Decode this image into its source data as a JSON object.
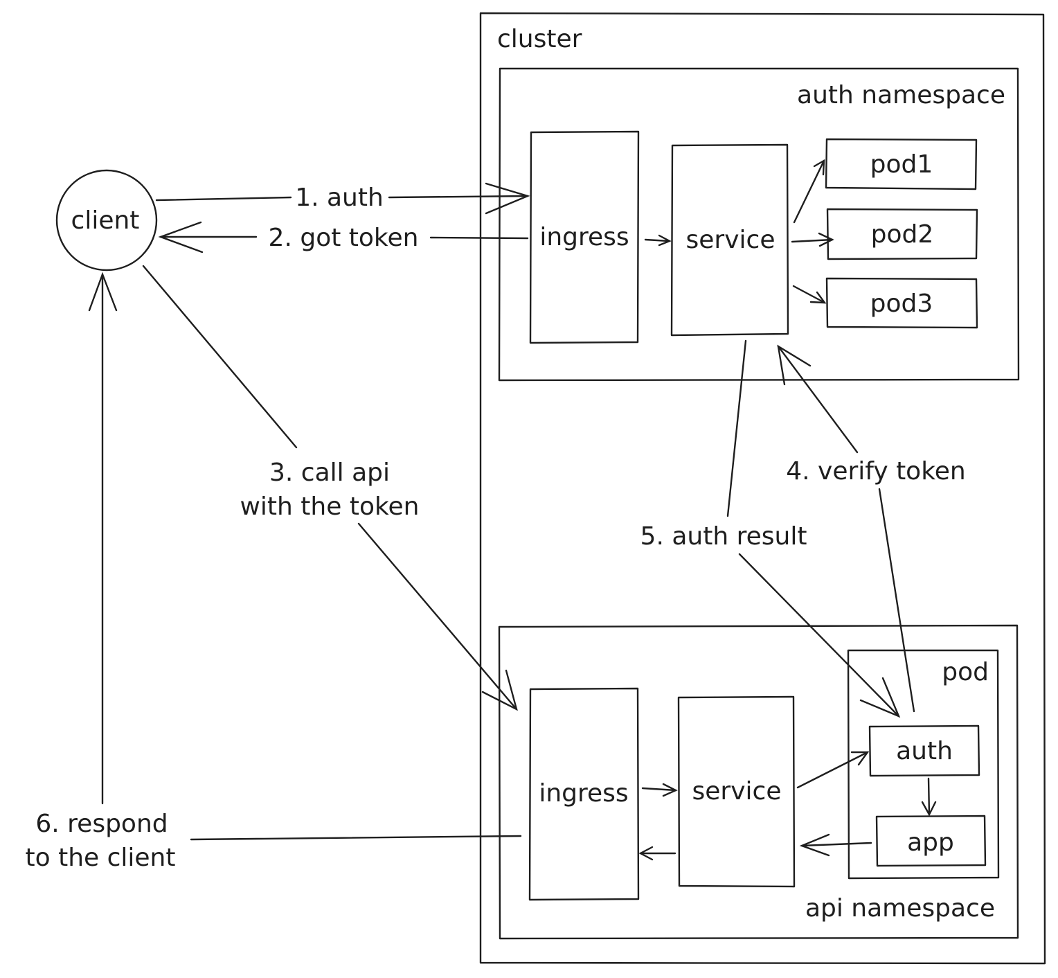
{
  "containers": {
    "cluster": "cluster",
    "auth_namespace": "auth namespace",
    "api_namespace": "api namespace",
    "pod": "pod"
  },
  "nodes": {
    "client": "client",
    "auth_ingress": "ingress",
    "auth_service": "service",
    "pod1": "pod1",
    "pod2": "pod2",
    "pod3": "pod3",
    "api_ingress": "ingress",
    "api_service": "service",
    "pod_auth": "auth",
    "pod_app": "app"
  },
  "edges": {
    "step1": "1. auth",
    "step2": "2. got token",
    "step3_line1": "3. call api",
    "step3_line2": "with the token",
    "step4": "4. verify token",
    "step5": "5. auth result",
    "step6_line1": "6. respond",
    "step6_line2": "to the client"
  },
  "colors": {
    "stroke": "#1e1e1e",
    "background": "#ffffff"
  }
}
